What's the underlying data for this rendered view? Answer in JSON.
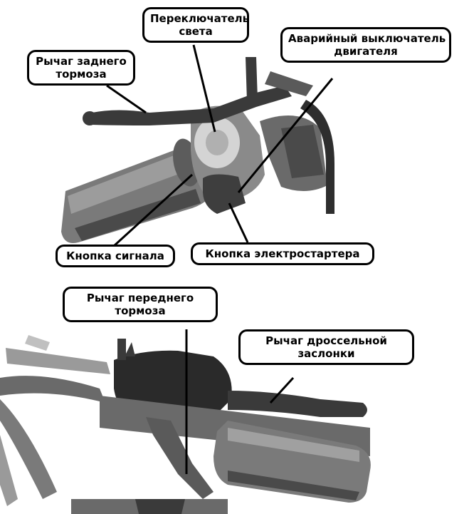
{
  "diagram": {
    "top_labels": {
      "light_switch": [
        "Переключатель",
        "света"
      ],
      "emergency_switch": [
        "Аварийный выключатель",
        "двигателя"
      ],
      "rear_brake_lever": [
        "Рычаг заднего",
        "тормоза"
      ],
      "horn_button": [
        "Кнопка сигнала"
      ],
      "starter_button": [
        "Кнопка электростартера"
      ]
    },
    "bottom_labels": {
      "front_brake_lever": [
        "Рычаг переднего",
        "тормоза"
      ],
      "throttle_lever": [
        "Рычаг дроссельной",
        "заслонки"
      ]
    }
  },
  "colors": {
    "outline": "#000000",
    "photo_dark": "#3a3a3a",
    "photo_mid": "#7a7a7a",
    "photo_light": "#bdbdbd",
    "background": "#ffffff"
  }
}
